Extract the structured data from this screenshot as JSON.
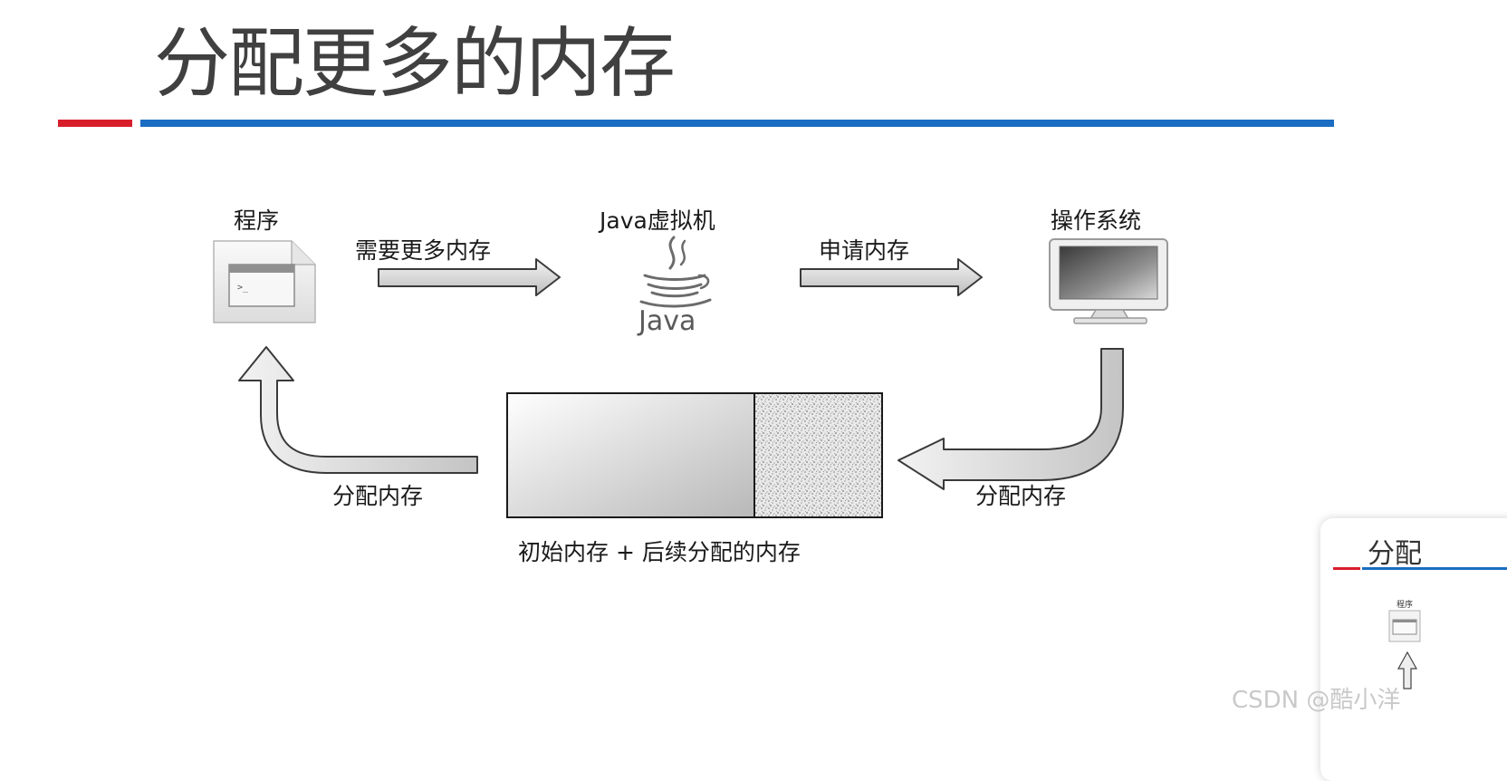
{
  "slide": {
    "title": "分配更多的内存",
    "accent_red": "#d81e2b",
    "accent_blue": "#1a6dc2"
  },
  "diagram": {
    "nodes": {
      "program": {
        "label": "程序",
        "icon": "program-window-icon"
      },
      "jvm": {
        "label": "Java虚拟机",
        "icon": "java-coffee-cup-logo",
        "logo_text": "Java"
      },
      "os": {
        "label": "操作系统",
        "icon": "monitor-icon"
      }
    },
    "arrows": {
      "need_more": "需要更多内存",
      "request": "申请内存",
      "allocate_right": "分配内存",
      "allocate_left": "分配内存"
    },
    "memory_block_caption": "初始内存 + 后续分配的内存"
  },
  "thumbnail": {
    "title": "分配",
    "program_label": "程序"
  },
  "watermark": "CSDN @酷小洋"
}
